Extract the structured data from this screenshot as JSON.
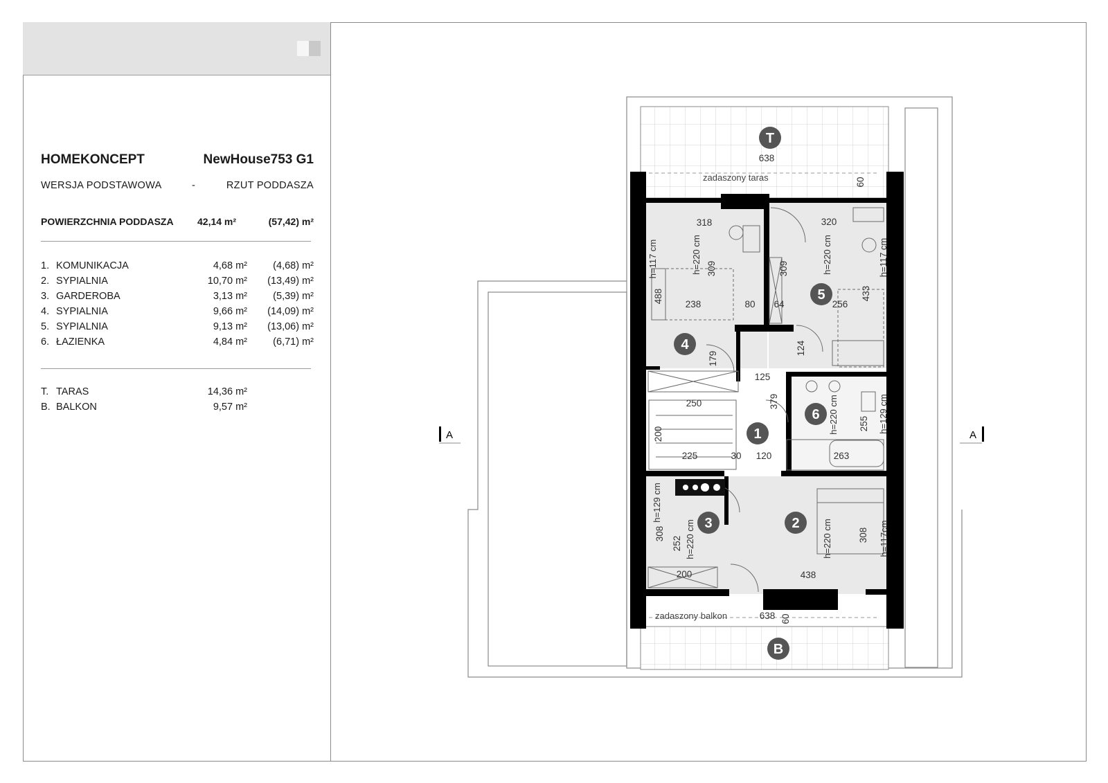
{
  "header": {
    "brand": "HOMEKONCEPT",
    "model": "NewHouse753 G1",
    "version": "WERSJA  PODSTAWOWA",
    "separator": "-",
    "view": "RZUT PODDASZA"
  },
  "summary": {
    "label": "POWIERZCHNIA PODDASZA",
    "area": "42,14 m²",
    "gross": "(57,42) m²"
  },
  "rooms": [
    {
      "num": "1.",
      "name": "KOMUNIKACJA",
      "area": "4,68 m²",
      "gross": "(4,68) m²"
    },
    {
      "num": "2.",
      "name": "SYPIALNIA",
      "area": "10,70 m²",
      "gross": "(13,49) m²"
    },
    {
      "num": "3.",
      "name": "GARDEROBA",
      "area": "3,13 m²",
      "gross": "(5,39) m²"
    },
    {
      "num": "4.",
      "name": "SYPIALNIA",
      "area": "9,66 m²",
      "gross": "(14,09) m²"
    },
    {
      "num": "5.",
      "name": "SYPIALNIA",
      "area": "9,13 m²",
      "gross": "(13,06) m²"
    },
    {
      "num": "6.",
      "name": "ŁAZIENKA",
      "area": "4,84 m²",
      "gross": "(6,71) m²"
    }
  ],
  "outdoor": [
    {
      "num": "T.",
      "name": "TARAS",
      "area": "14,36 m²"
    },
    {
      "num": "B.",
      "name": "BALKON",
      "area": "9,57 m²"
    }
  ],
  "plan": {
    "markers": [
      "T",
      "B",
      "1",
      "2",
      "3",
      "4",
      "5",
      "6"
    ],
    "section_label": "A",
    "terrace_label": "zadaszony taras",
    "balcony_label": "zadaszony balkon",
    "dims": [
      "638",
      "60",
      "318",
      "320",
      "309",
      "309",
      "488",
      "238",
      "80",
      "64",
      "256",
      "433",
      "179",
      "124",
      "125",
      "379",
      "250",
      "200",
      "225",
      "30",
      "120",
      "263",
      "255",
      "308",
      "252",
      "200",
      "438",
      "308",
      "638",
      "60"
    ],
    "heights": [
      "h=117 cm",
      "h=220 cm",
      "h=220 cm",
      "h=117 cm",
      "h=220 cm",
      "h=129 cm",
      "h=129 cm",
      "h=220 cm",
      "h=220 cm",
      "h=117cm"
    ]
  }
}
